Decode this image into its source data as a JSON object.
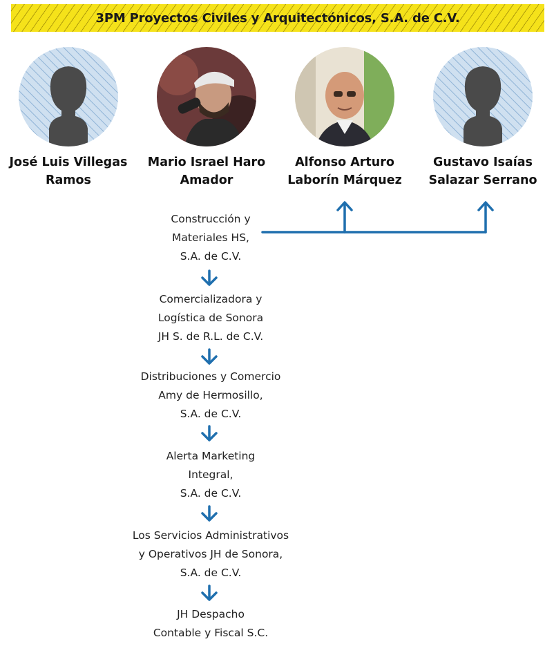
{
  "title": "3PM Proyectos Civiles y Arquitectónicos, S.A. de C.V.",
  "colors": {
    "banner": "#f5e21a",
    "arrow": "#1f6fae"
  },
  "people": [
    {
      "name_lines": [
        "José Luis Villegas",
        "Ramos"
      ],
      "photo": "silhouette"
    },
    {
      "name_lines": [
        "Mario Israel Haro",
        "Amador"
      ],
      "photo": "photo"
    },
    {
      "name_lines": [
        "Alfonso Arturo",
        "Laborín Márquez"
      ],
      "photo": "photo"
    },
    {
      "name_lines": [
        "Gustavo Isaías",
        "Salazar Serrano"
      ],
      "photo": "silhouette"
    }
  ],
  "companies": [
    {
      "lines": [
        "Construcción y",
        "Materiales HS,",
        "S.A. de C.V."
      ]
    },
    {
      "lines": [
        "Comercializadora y",
        "Logística de Sonora",
        "JH S. de R.L. de C.V."
      ]
    },
    {
      "lines": [
        "Distribuciones y Comercio",
        "Amy de Hermosillo,",
        "S.A. de C.V."
      ]
    },
    {
      "lines": [
        "Alerta Marketing",
        "Integral,",
        "S.A. de C.V."
      ]
    },
    {
      "lines": [
        "Los Servicios Administrativos",
        "y Operativos JH de Sonora,",
        "S.A. de C.V."
      ]
    },
    {
      "lines": [
        "JH Despacho",
        "Contable y Fiscal S.C."
      ]
    }
  ]
}
